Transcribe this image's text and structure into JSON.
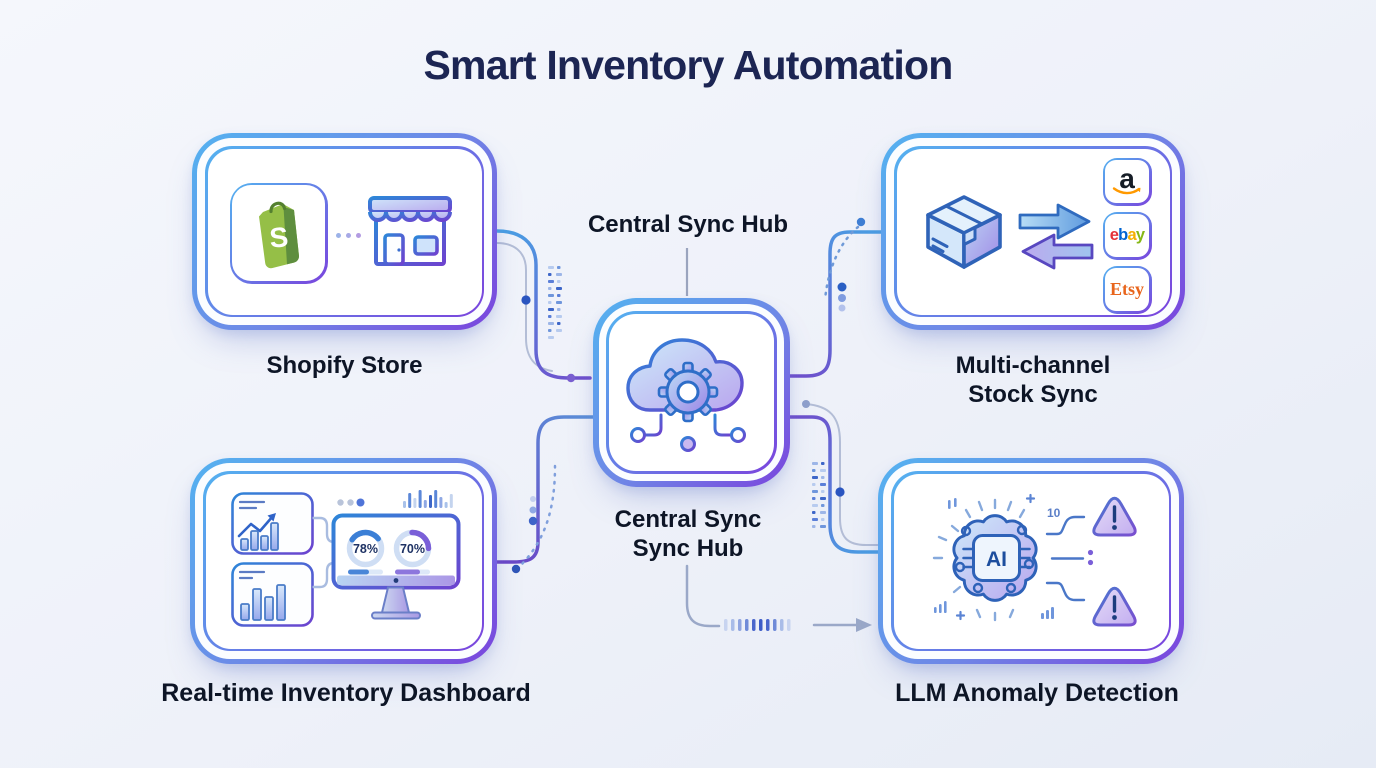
{
  "title": "Smart Inventory Automation",
  "hub": {
    "top_label": "Central Sync Hub",
    "bottom_label_line1": "Central Sync",
    "bottom_label_line2": "Sync Hub"
  },
  "nodes": {
    "shopify": {
      "label": "Shopify Store",
      "logo_letter": "S"
    },
    "multichannel": {
      "label_line1": "Multi-channel",
      "label_line2": "Stock Sync",
      "badges": [
        {
          "name": "amazon",
          "text": "a"
        },
        {
          "name": "ebay",
          "letters": [
            "e",
            "b",
            "a",
            "y"
          ]
        },
        {
          "name": "etsy",
          "text": "Etsy"
        }
      ]
    },
    "dashboard": {
      "label": "Real-time Inventory Dashboard",
      "gauges": [
        {
          "value": "78%"
        },
        {
          "value": "70%"
        }
      ]
    },
    "anomaly": {
      "label": "LLM Anomaly Detection",
      "chip_text": "AI",
      "scale_text": "10"
    }
  },
  "colors": {
    "border_gradient_start": "#54b2f0",
    "border_gradient_end": "#7a44dd",
    "title_text": "#1c2553",
    "label_text": "#0d1526",
    "shopify_green": "#95BF47",
    "amazon_orange": "#ff9900",
    "etsy_orange": "#e8651c"
  }
}
